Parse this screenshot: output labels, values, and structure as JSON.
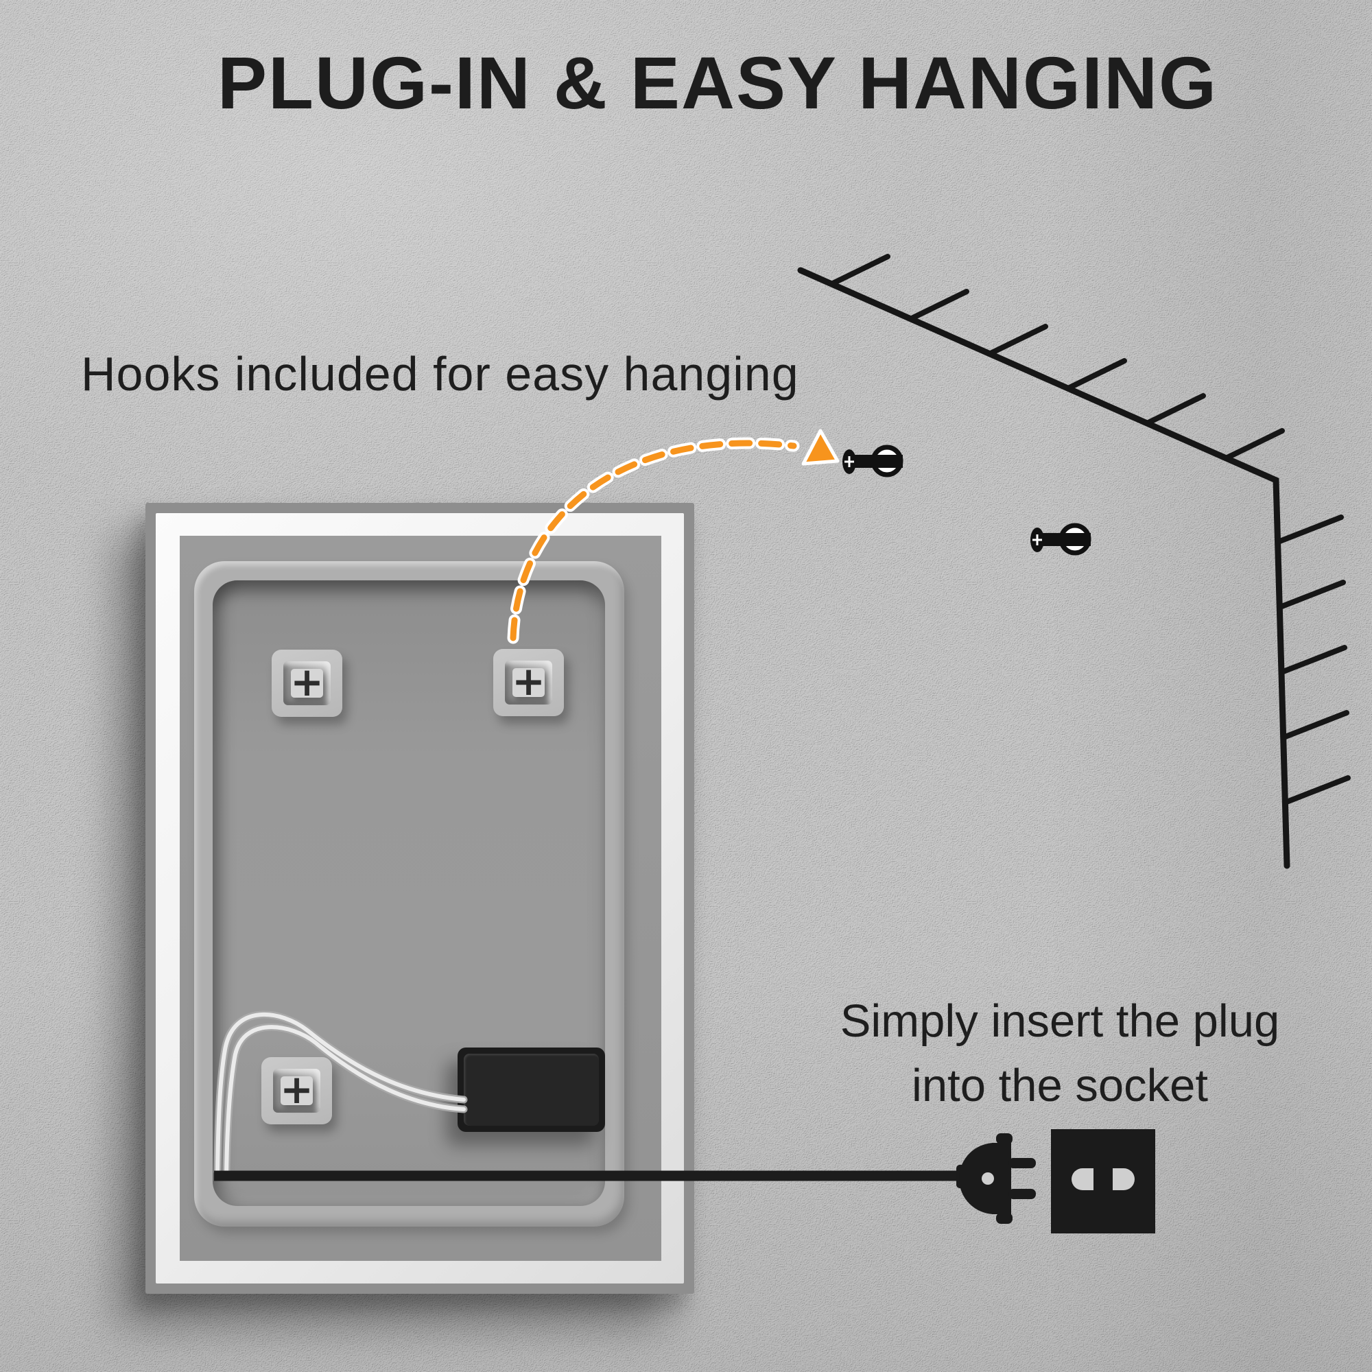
{
  "title": {
    "text": "PLUG-IN & EASY HANGING"
  },
  "callouts": {
    "hooks_text": "Hooks included for easy hanging",
    "plug_text_line1": "Simply insert the plug",
    "plug_text_line2": "into the socket"
  },
  "mirror": {
    "bracket_screw_symbol": "+",
    "bracket_count": "3"
  },
  "colors": {
    "wall_gray": "#c9c9c9",
    "text_black": "#1d1d1d",
    "accent_orange": "#f7941d",
    "icon_black": "#1b1b1b",
    "frame_gray": "#8e8e8e",
    "led_band_white": "#f5f5f5",
    "back_panel_gray": "#9a9a9a"
  }
}
